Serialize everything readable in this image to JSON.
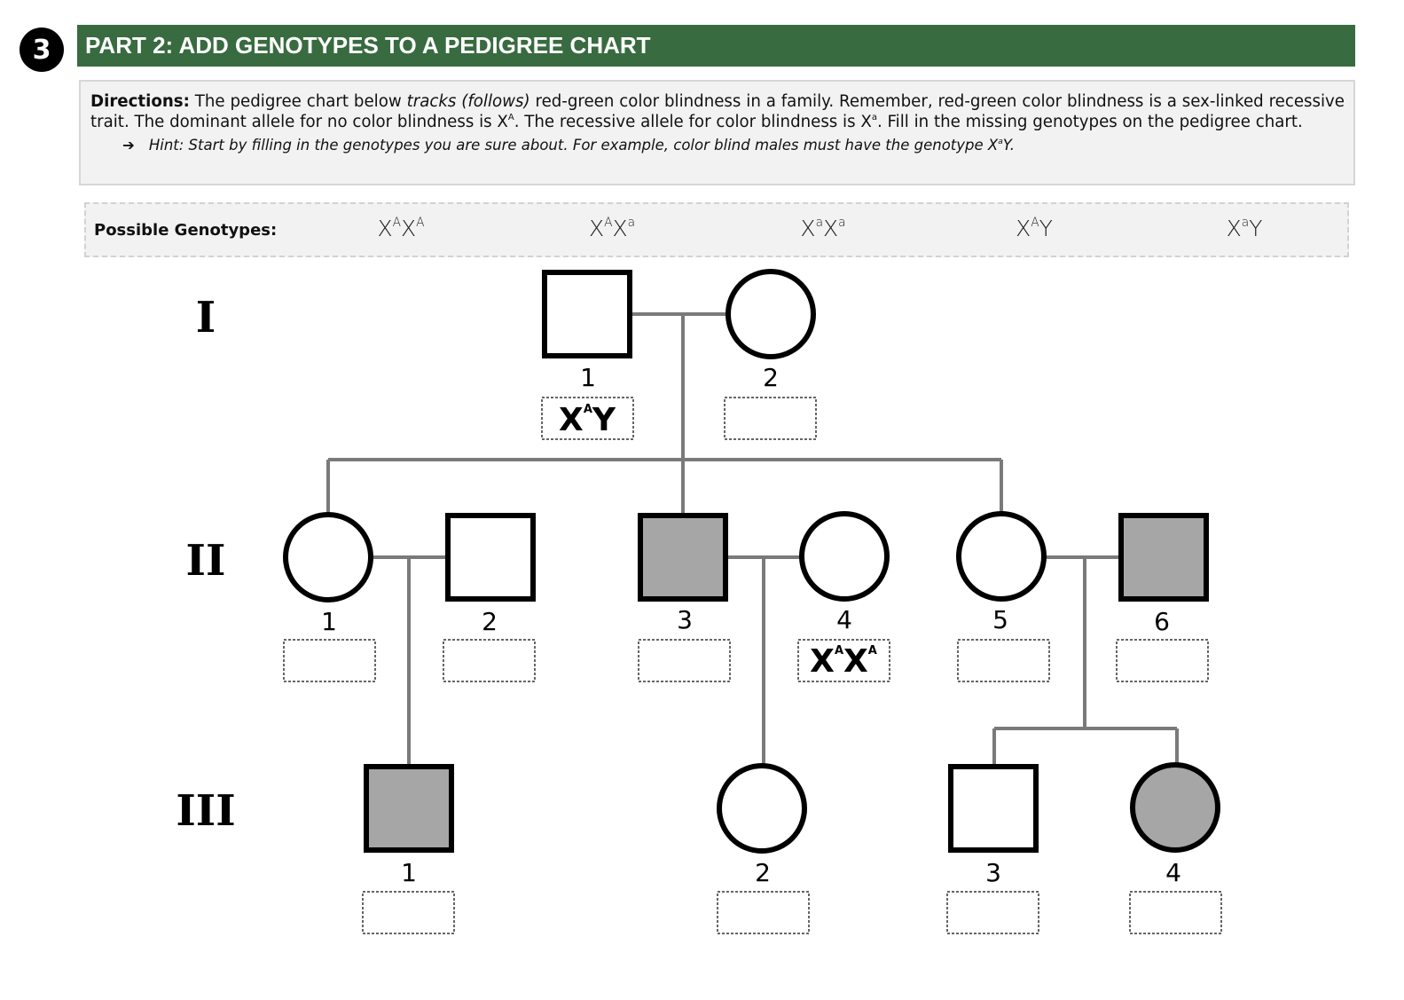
{
  "header": {
    "step_number": "3",
    "title": "PART 2: ADD GENOTYPES TO A PEDIGREE CHART"
  },
  "directions": {
    "label": "Directions:",
    "text_1": " The pedigree chart below ",
    "text_tracks": "tracks",
    "text_follows": " (follows)",
    "text_2": " red-green color blindness in a family. Remember, red-green color blindness is a sex-linked recessive trait. The dominant allele for no color blindness is X",
    "dominant_allele_sup": "A",
    "text_3": ". The recessive allele for color blindness is X",
    "recessive_allele_sup": "a",
    "text_4": ". Fill in the missing genotypes on the pedigree chart.",
    "hint_arrow": "➔",
    "hint_text": "Hint: Start by filling in the genotypes you are sure about. For example, color blind males must have the genotype X",
    "hint_sup": "a",
    "hint_end": "Y."
  },
  "possible_genotypes": {
    "label": "Possible Genotypes:",
    "options": [
      {
        "base1": "X",
        "sup1": "A",
        "base2": "X",
        "sup2": "A"
      },
      {
        "base1": "X",
        "sup1": "A",
        "base2": "X",
        "sup2": "a"
      },
      {
        "base1": "X",
        "sup1": "a",
        "base2": "X",
        "sup2": "a"
      },
      {
        "base1": "X",
        "sup1": "A",
        "base2": "Y",
        "sup2": ""
      },
      {
        "base1": "X",
        "sup1": "a",
        "base2": "Y",
        "sup2": ""
      }
    ]
  },
  "generations": [
    "I",
    "II",
    "III"
  ],
  "colors": {
    "header_green": "#386b3f",
    "affected_fill": "#a6a6a6",
    "unaffected_fill": "#ffffff",
    "line_gray": "#7a7a7a"
  },
  "individuals": {
    "I-1": {
      "label": "1",
      "sex": "male",
      "affected": false,
      "genotype": {
        "base1": "X",
        "sup1": "A",
        "base2": "Y",
        "sup2": ""
      }
    },
    "I-2": {
      "label": "2",
      "sex": "female",
      "affected": false,
      "genotype": null
    },
    "II-1": {
      "label": "1",
      "sex": "female",
      "affected": false,
      "genotype": null
    },
    "II-2": {
      "label": "2",
      "sex": "male",
      "affected": false,
      "genotype": null
    },
    "II-3": {
      "label": "3",
      "sex": "male",
      "affected": true,
      "genotype": null
    },
    "II-4": {
      "label": "4",
      "sex": "female",
      "affected": false,
      "genotype": {
        "base1": "X",
        "sup1": "A",
        "base2": "X",
        "sup2": "A"
      }
    },
    "II-5": {
      "label": "5",
      "sex": "female",
      "affected": false,
      "genotype": null
    },
    "II-6": {
      "label": "6",
      "sex": "male",
      "affected": true,
      "genotype": null
    },
    "III-1": {
      "label": "1",
      "sex": "male",
      "affected": true,
      "genotype": null
    },
    "III-2": {
      "label": "2",
      "sex": "female",
      "affected": false,
      "genotype": null
    },
    "III-3": {
      "label": "3",
      "sex": "male",
      "affected": false,
      "genotype": null
    },
    "III-4": {
      "label": "4",
      "sex": "female",
      "affected": true,
      "genotype": null
    }
  }
}
